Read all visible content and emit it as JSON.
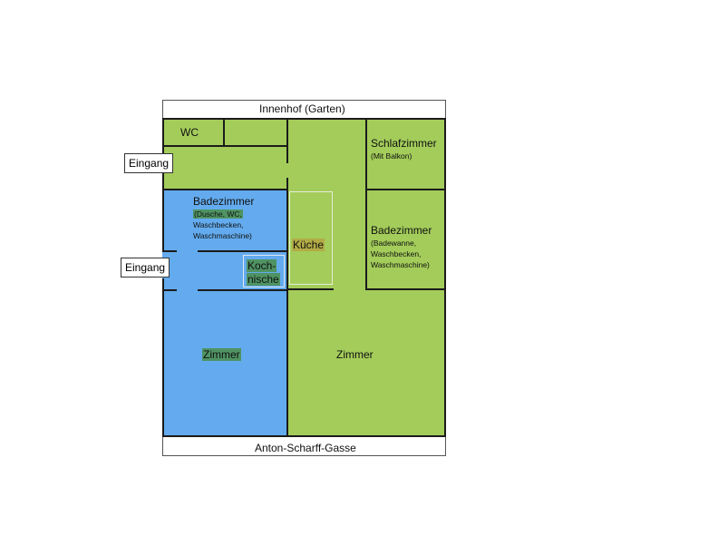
{
  "plan": {
    "top_street": "Innenhof (Garten)",
    "bottom_street": "Anton-Scharff-Gasse",
    "colors": {
      "apartment_blue": "#63abee",
      "apartment_green": "#a3cc5a",
      "wall": "#1b1b1b"
    }
  },
  "rooms": {
    "wc": "WC",
    "schlafzimmer": "Schlafzimmer",
    "schlafzimmer_note": "(Mit Balkon)",
    "bad_left": "Badezimmer",
    "bad_left_note1": "(Dusche, WC,",
    "bad_left_note2": "Waschbecken,",
    "bad_left_note3": "Waschmaschine)",
    "kueche": "Küche",
    "bad_right": "Badezimmer",
    "bad_right_note1": "(Badewanne,",
    "bad_right_note2": "Waschbecken,",
    "bad_right_note3": "Waschmaschine)",
    "kochnische1": "Koch-",
    "kochnische2": "nische",
    "zimmer_left": "Zimmer",
    "zimmer_right": "Zimmer"
  },
  "entrances": {
    "upper": "Eingang",
    "lower": "Eingang"
  }
}
